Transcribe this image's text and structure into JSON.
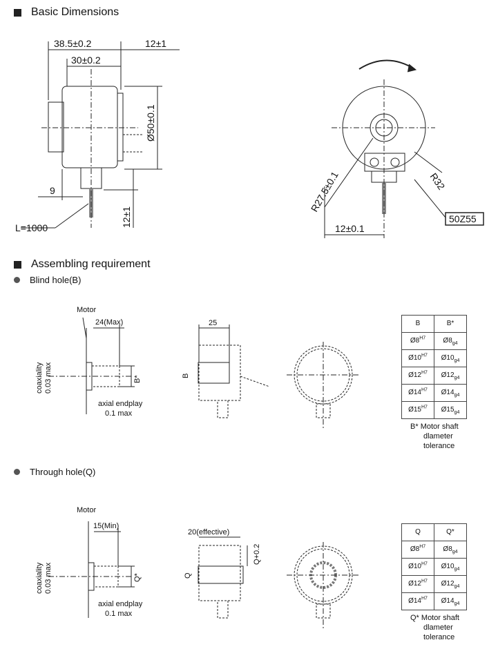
{
  "headings": {
    "basic": "Basic Dimensions",
    "assembling": "Assembling requirement",
    "blind": "Blind hole(B)",
    "through": "Through hole(Q)"
  },
  "basic_dims": {
    "d1": "38.5±0.2",
    "d2": "30±0.2",
    "d3": "12±1",
    "d4": "Ø50±0.1",
    "d5": "9",
    "d6": "12±1",
    "cable": "L=1000",
    "r1": "R27.5±0.1",
    "r2": "R32",
    "d7": "12±0.1",
    "model": "50Z55"
  },
  "blind": {
    "motor": "Motor",
    "max": "24(Max)",
    "coax1": "coaxiality",
    "coax2": "0.03 max",
    "bstar": "B*",
    "endplay1": "axial endplay",
    "endplay2": "0.1 max",
    "depth": "25",
    "b": "B",
    "table": {
      "headers": [
        "B",
        "B*"
      ],
      "rows": [
        [
          "Ø8",
          "H7",
          "Ø8",
          "g4"
        ],
        [
          "Ø10",
          "H7",
          "Ø10",
          "g4"
        ],
        [
          "Ø12",
          "H7",
          "Ø12",
          "g4"
        ],
        [
          "Ø14",
          "H7",
          "Ø14",
          "g4"
        ],
        [
          "Ø15",
          "H7",
          "Ø15",
          "g4"
        ]
      ]
    },
    "note": {
      "mark": "B*",
      "l1": "Motor shaft",
      "l2": "dlameter",
      "l3": "tolerance"
    }
  },
  "through": {
    "motor": "Motor",
    "min": "15(Min)",
    "coax1": "coaxiality",
    "coax2": "0.03 max",
    "qstar": "Q*",
    "endplay1": "axial endplay",
    "endplay2": "0.1 max",
    "effective": "20(effective)",
    "qtol": "Q+0.2",
    "q": "Q",
    "table": {
      "headers": [
        "Q",
        "Q*"
      ],
      "rows": [
        [
          "Ø8",
          "H7",
          "Ø8",
          "g4"
        ],
        [
          "Ø10",
          "H7",
          "Ø10",
          "g4"
        ],
        [
          "Ø12",
          "H7",
          "Ø12",
          "g4"
        ],
        [
          "Ø14",
          "H7",
          "Ø14",
          "g4"
        ]
      ]
    },
    "note": {
      "mark": "Q*",
      "l1": "Motor shaft",
      "l2": "dlameter",
      "l3": "tolerance"
    }
  }
}
